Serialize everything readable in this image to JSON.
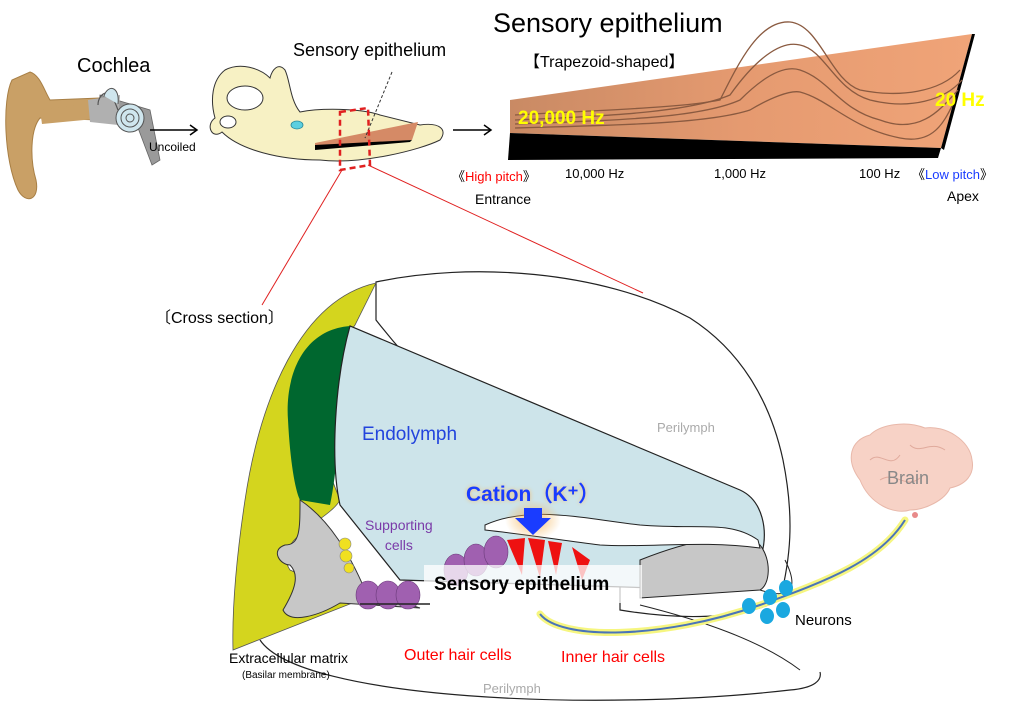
{
  "top": {
    "cochlea_label": "Cochlea",
    "uncoiled_label": "Uncoiled",
    "inner_ear_label": "Sensory epithelium",
    "strip_title": "Sensory epithelium",
    "strip_subtitle": "【Trapezoid-shaped】",
    "high_freq_label": "20,000 Hz",
    "low_freq_label": "20 Hz",
    "axis_ticks": [
      "10,000 Hz",
      "1,000 Hz",
      "100 Hz"
    ],
    "high_pitch_open": "《",
    "high_pitch_text": "High pitch",
    "high_pitch_close": "》",
    "low_pitch_open": "《",
    "low_pitch_text": "Low pitch",
    "low_pitch_close": "》",
    "entrance_label": "Entrance",
    "apex_label": "Apex"
  },
  "cross_section": {
    "title": "〔Cross section〕",
    "endolymph": "Endolymph",
    "perilymph_top": "Perilymph",
    "perilymph_bottom": "Perilymph",
    "cation_label": "Cation（K⁺）",
    "supporting_cells": "Supporting cells",
    "supporting_line1": "Supporting",
    "supporting_line2": "cells",
    "sensory_epithelium": "Sensory epithelium",
    "extracellular_matrix": "Extracellular matrix",
    "basilar_membrane": "(Basilar membrane)",
    "outer_hair_cells": "Outer hair cells",
    "inner_hair_cells": "Inner hair cells",
    "neurons": "Neurons",
    "brain": "Brain"
  },
  "colors": {
    "high_pitch": "#ff0000",
    "low_pitch": "#1a3cff",
    "freq_label": "#ffff00",
    "endolymph": "#2244dd",
    "supporting": "#7a3aa8",
    "hair_cells": "#ff0000",
    "perilymph": "#aaaaaa"
  }
}
